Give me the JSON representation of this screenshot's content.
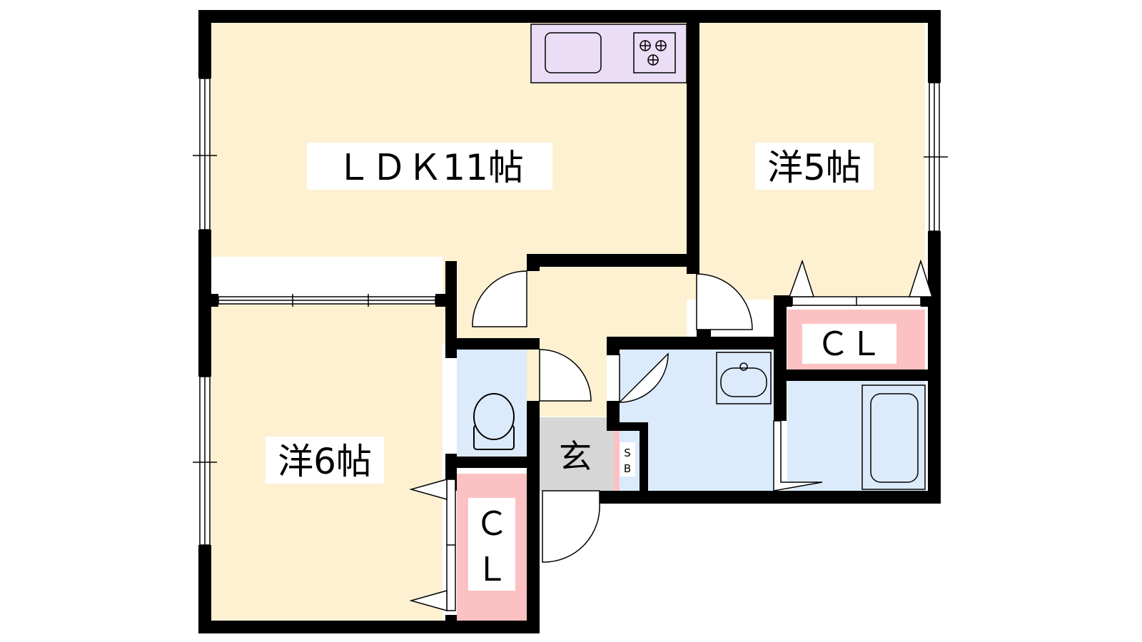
{
  "plan": {
    "rooms": {
      "ldk": "ＬＤＫ11帖",
      "western5": "洋5帖",
      "western6": "洋6帖",
      "closet_top": "ＣＬ",
      "closet_left_c": "Ｃ",
      "closet_left_l": "Ｌ",
      "entrance": "玄",
      "shoebox_s": "S",
      "shoebox_b": "B"
    },
    "colors": {
      "living": "#FDF1D2",
      "wet": "#DCEBFB",
      "closet": "#FCC2C3",
      "kitchen": "#EADDF5",
      "entrance": "#D6D6D6",
      "wall": "#000000"
    }
  }
}
